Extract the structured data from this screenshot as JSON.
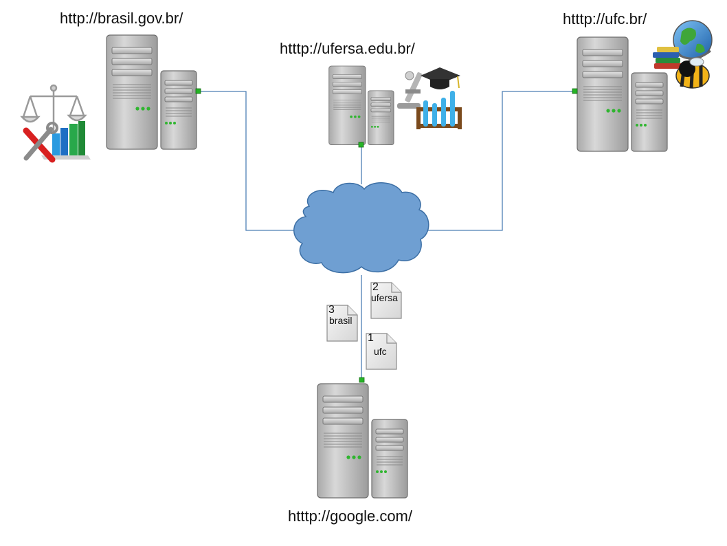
{
  "servers": {
    "brasil": "http://brasil.gov.br/",
    "ufersa": "htttp://ufersa.edu.br/",
    "ufc": "htttp://ufc.br/",
    "google": "htttp://google.com/"
  },
  "documents": [
    {
      "number": "1",
      "label": "ufc"
    },
    {
      "number": "2",
      "label": "ufersa"
    },
    {
      "number": "3",
      "label": "brasil"
    }
  ],
  "colors": {
    "cloud": "#6f9fd2",
    "cloud_stroke": "#3c6fa5",
    "link": "#4d7fb5",
    "server_body": "#bfbfbf",
    "port": "#26b426"
  },
  "icons": [
    "justice-scale-icon",
    "tools-chart-icon",
    "microscope-icon",
    "graduation-cap-icon",
    "test-tubes-icon",
    "globe-icon",
    "books-icon",
    "bee-icon",
    "cloud-icon"
  ]
}
